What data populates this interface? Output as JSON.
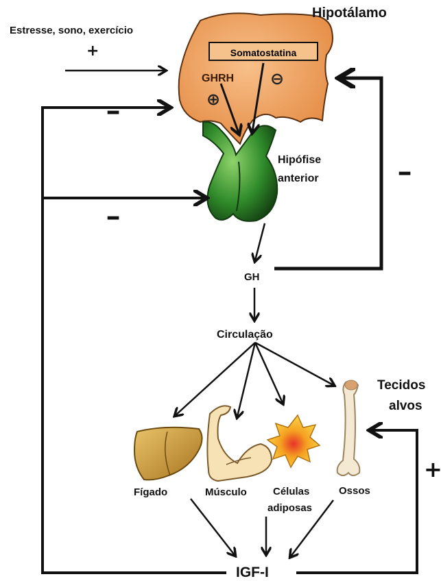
{
  "labels": {
    "hypothalamus": "Hipotálamo",
    "inputs": "Estresse, sono, exercício",
    "input_sign": "+",
    "somatostatin": "Somatostatina",
    "ghrh": "GHRH",
    "ghrh_sign": "⊕",
    "soma_sign": "⊖",
    "pituitary_line1": "Hipófise",
    "pituitary_line2": "anterior",
    "gh": "GH",
    "circulation": "Circulação",
    "target_line1": "Tecidos",
    "target_line2": "alvos",
    "liver": "Fígado",
    "muscle": "Músculo",
    "fat_line1": "Células",
    "fat_line2": "adiposas",
    "bones": "Ossos",
    "igf": "IGF-I"
  },
  "feedback": {
    "igf_to_hypothalamus": "-",
    "igf_to_pituitary": "-",
    "gh_to_hypothalamus": "-",
    "igf_to_tissues": "+"
  },
  "colors": {
    "hypothalamus_fill": "#f2a765",
    "pituitary_fill": "#2f7a2a",
    "liver_fill": "#c9952f",
    "fat_center": "#e8322a",
    "bone_fill": "#f4ead3"
  }
}
